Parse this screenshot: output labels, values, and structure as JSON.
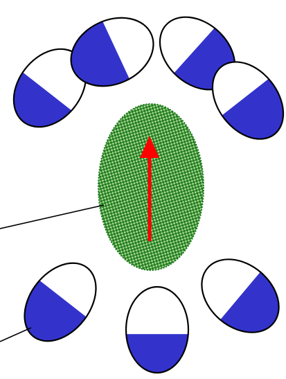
{
  "colors": {
    "background": "#ffffff",
    "outline": "#000000",
    "fill_blue": "#3333cc",
    "green_dark": "#1f7a1f",
    "green_light": "#7fbf6a",
    "arrow": "#ff0000"
  },
  "diagram": {
    "center_ellipse": {
      "name": "green-textured-center-ellipse",
      "pattern": "green-checker"
    },
    "arrow": {
      "direction": "up"
    },
    "capsules": [
      {
        "name": "capsule-left-upper",
        "fill_fraction": 0.45
      },
      {
        "name": "capsule-top-left",
        "fill_fraction": 0.55
      },
      {
        "name": "capsule-top-right",
        "fill_fraction": 0.55
      },
      {
        "name": "capsule-right-upper",
        "fill_fraction": 0.55
      },
      {
        "name": "capsule-left-lower",
        "fill_fraction": 0.55
      },
      {
        "name": "capsule-bottom",
        "fill_fraction": 0.45
      },
      {
        "name": "capsule-right-lower",
        "fill_fraction": 0.5
      }
    ],
    "pointer_lines": [
      {
        "name": "pointer-line-to-center-ellipse"
      },
      {
        "name": "pointer-line-to-lower-left-capsule"
      }
    ]
  }
}
